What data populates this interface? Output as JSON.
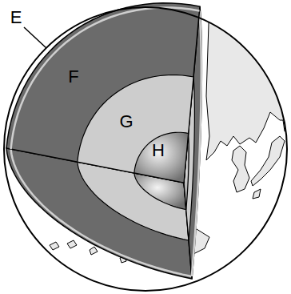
{
  "diagram": {
    "labels": [
      "E",
      "F",
      "G",
      "H"
    ]
  }
}
